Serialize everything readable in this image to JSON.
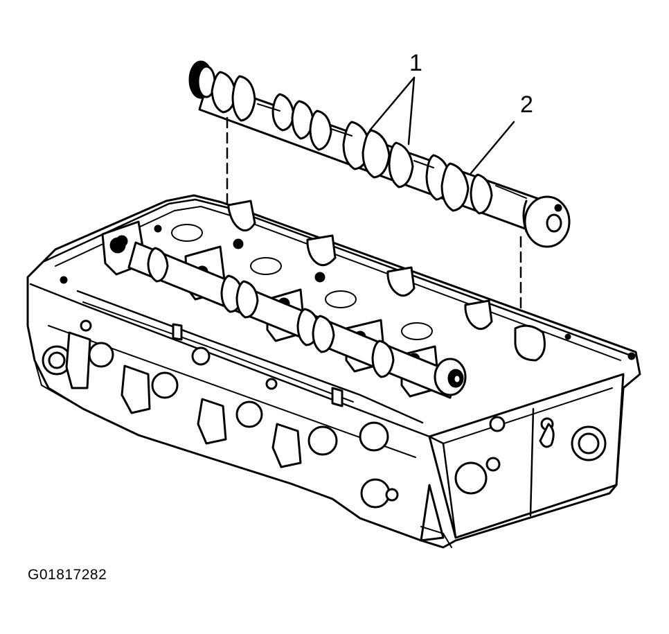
{
  "callouts": [
    {
      "label": "1"
    },
    {
      "label": "2"
    }
  ],
  "figure_id": "G01817282",
  "colors": {
    "ink": "#000000",
    "paper": "#ffffff"
  }
}
